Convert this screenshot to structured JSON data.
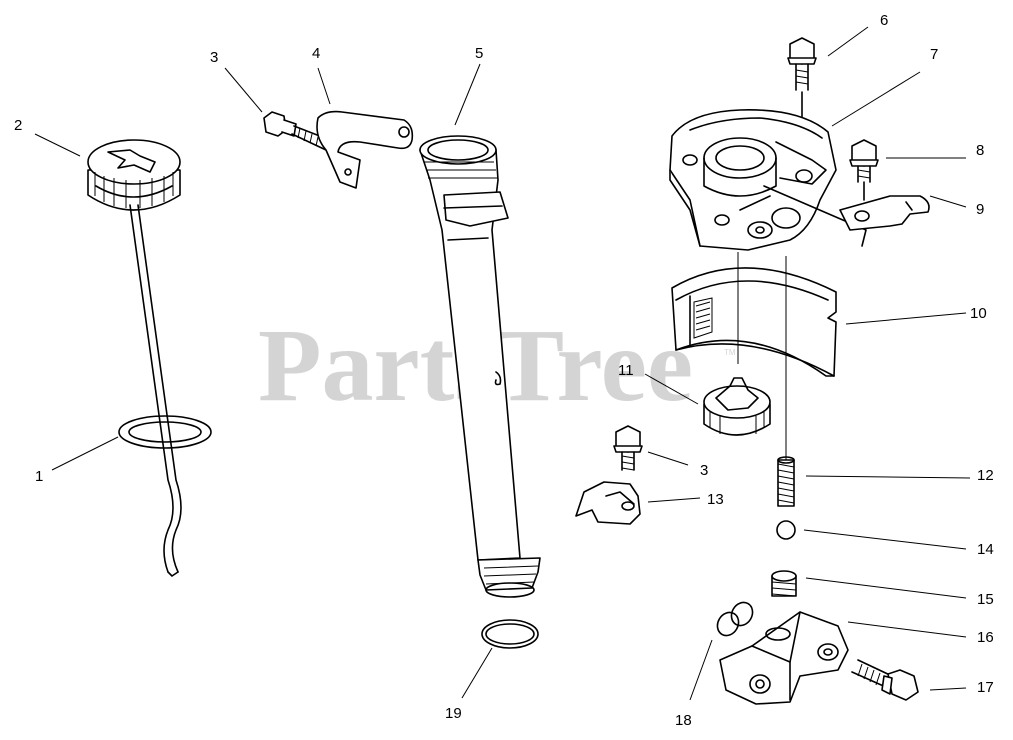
{
  "watermark": {
    "text": "PartsTree",
    "trademark": "TM"
  },
  "callouts": {
    "c1": "1",
    "c2": "2",
    "c3a": "3",
    "c3b": "3",
    "c4": "4",
    "c5": "5",
    "c6": "6",
    "c7": "7",
    "c8": "8",
    "c9": "9",
    "c10": "10",
    "c11": "11",
    "c12": "12",
    "c13": "13",
    "c14": "14",
    "c15": "15",
    "c16": "16",
    "c17": "17",
    "c18": "18",
    "c19": "19"
  }
}
